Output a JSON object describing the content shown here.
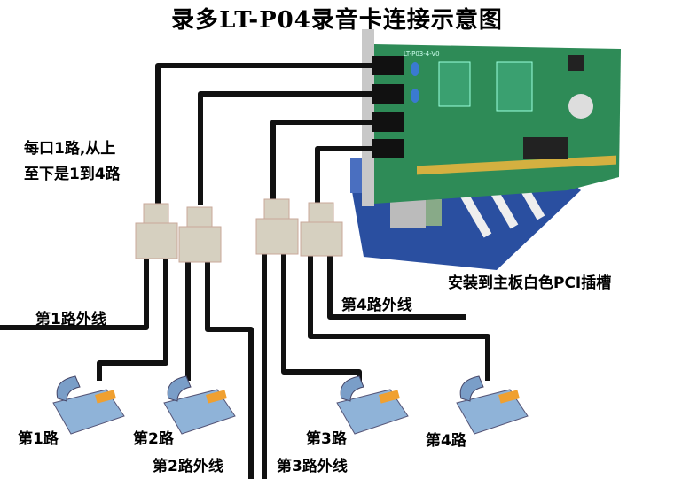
{
  "title": "录多LT-P04录音卡连接示意图",
  "card_label": "LT-P03-4-V0",
  "notes": {
    "ports_line1": "每口1路,从上",
    "ports_line2": "至下是1到4路",
    "install": "安装到主板白色PCI插槽"
  },
  "lines": {
    "outside_1": "第1路外线",
    "outside_2": "第2路外线",
    "outside_3": "第3路外线",
    "outside_4": "第4路外线"
  },
  "phones": [
    "第1路",
    "第2路",
    "第3路",
    "第4路"
  ],
  "colors": {
    "pcb": "#2e8b57",
    "motherboard": "#2a4fa0",
    "splitter": "#d6d0c0",
    "phone_display": "#f0a030"
  }
}
